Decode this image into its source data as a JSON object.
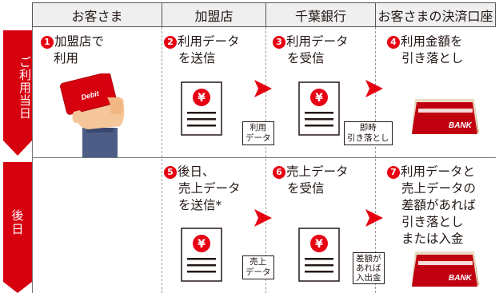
{
  "headers": [
    "お客さま",
    "加盟店",
    "千葉銀行",
    "お客さまの決済口座"
  ],
  "rows": {
    "usage_day": "ご利用当日",
    "later": "後日"
  },
  "steps": {
    "s1": {
      "num": "1",
      "lines": [
        "加盟店で",
        "利用"
      ]
    },
    "s2": {
      "num": "2",
      "lines": [
        "利用データ",
        "を送信"
      ]
    },
    "s3": {
      "num": "3",
      "lines": [
        "利用データ",
        "を受信"
      ]
    },
    "s4": {
      "num": "4",
      "lines": [
        "利用金額を",
        "引き落とし"
      ]
    },
    "s5": {
      "num": "5",
      "lines": [
        "後日、",
        "売上データ",
        "を送信*"
      ]
    },
    "s6": {
      "num": "6",
      "lines": [
        "売上データ",
        "を受信"
      ]
    },
    "s7": {
      "num": "7",
      "lines": [
        "利用データと",
        "売上データの",
        "差額があれば",
        "引き落とし",
        "または入金"
      ]
    }
  },
  "labels": {
    "usage_data": [
      "利用",
      "データ"
    ],
    "immediate_debit": [
      "即時",
      "引き落とし"
    ],
    "sales_data": [
      "売上",
      "データ"
    ],
    "diff": [
      "差額が",
      "あれば",
      "入出金"
    ]
  },
  "card_text": "Debit",
  "bank_text": "BANK",
  "yen": "¥",
  "colors": {
    "accent": "#e60012",
    "header_bg": "#efefef",
    "side": "#d7000f"
  }
}
